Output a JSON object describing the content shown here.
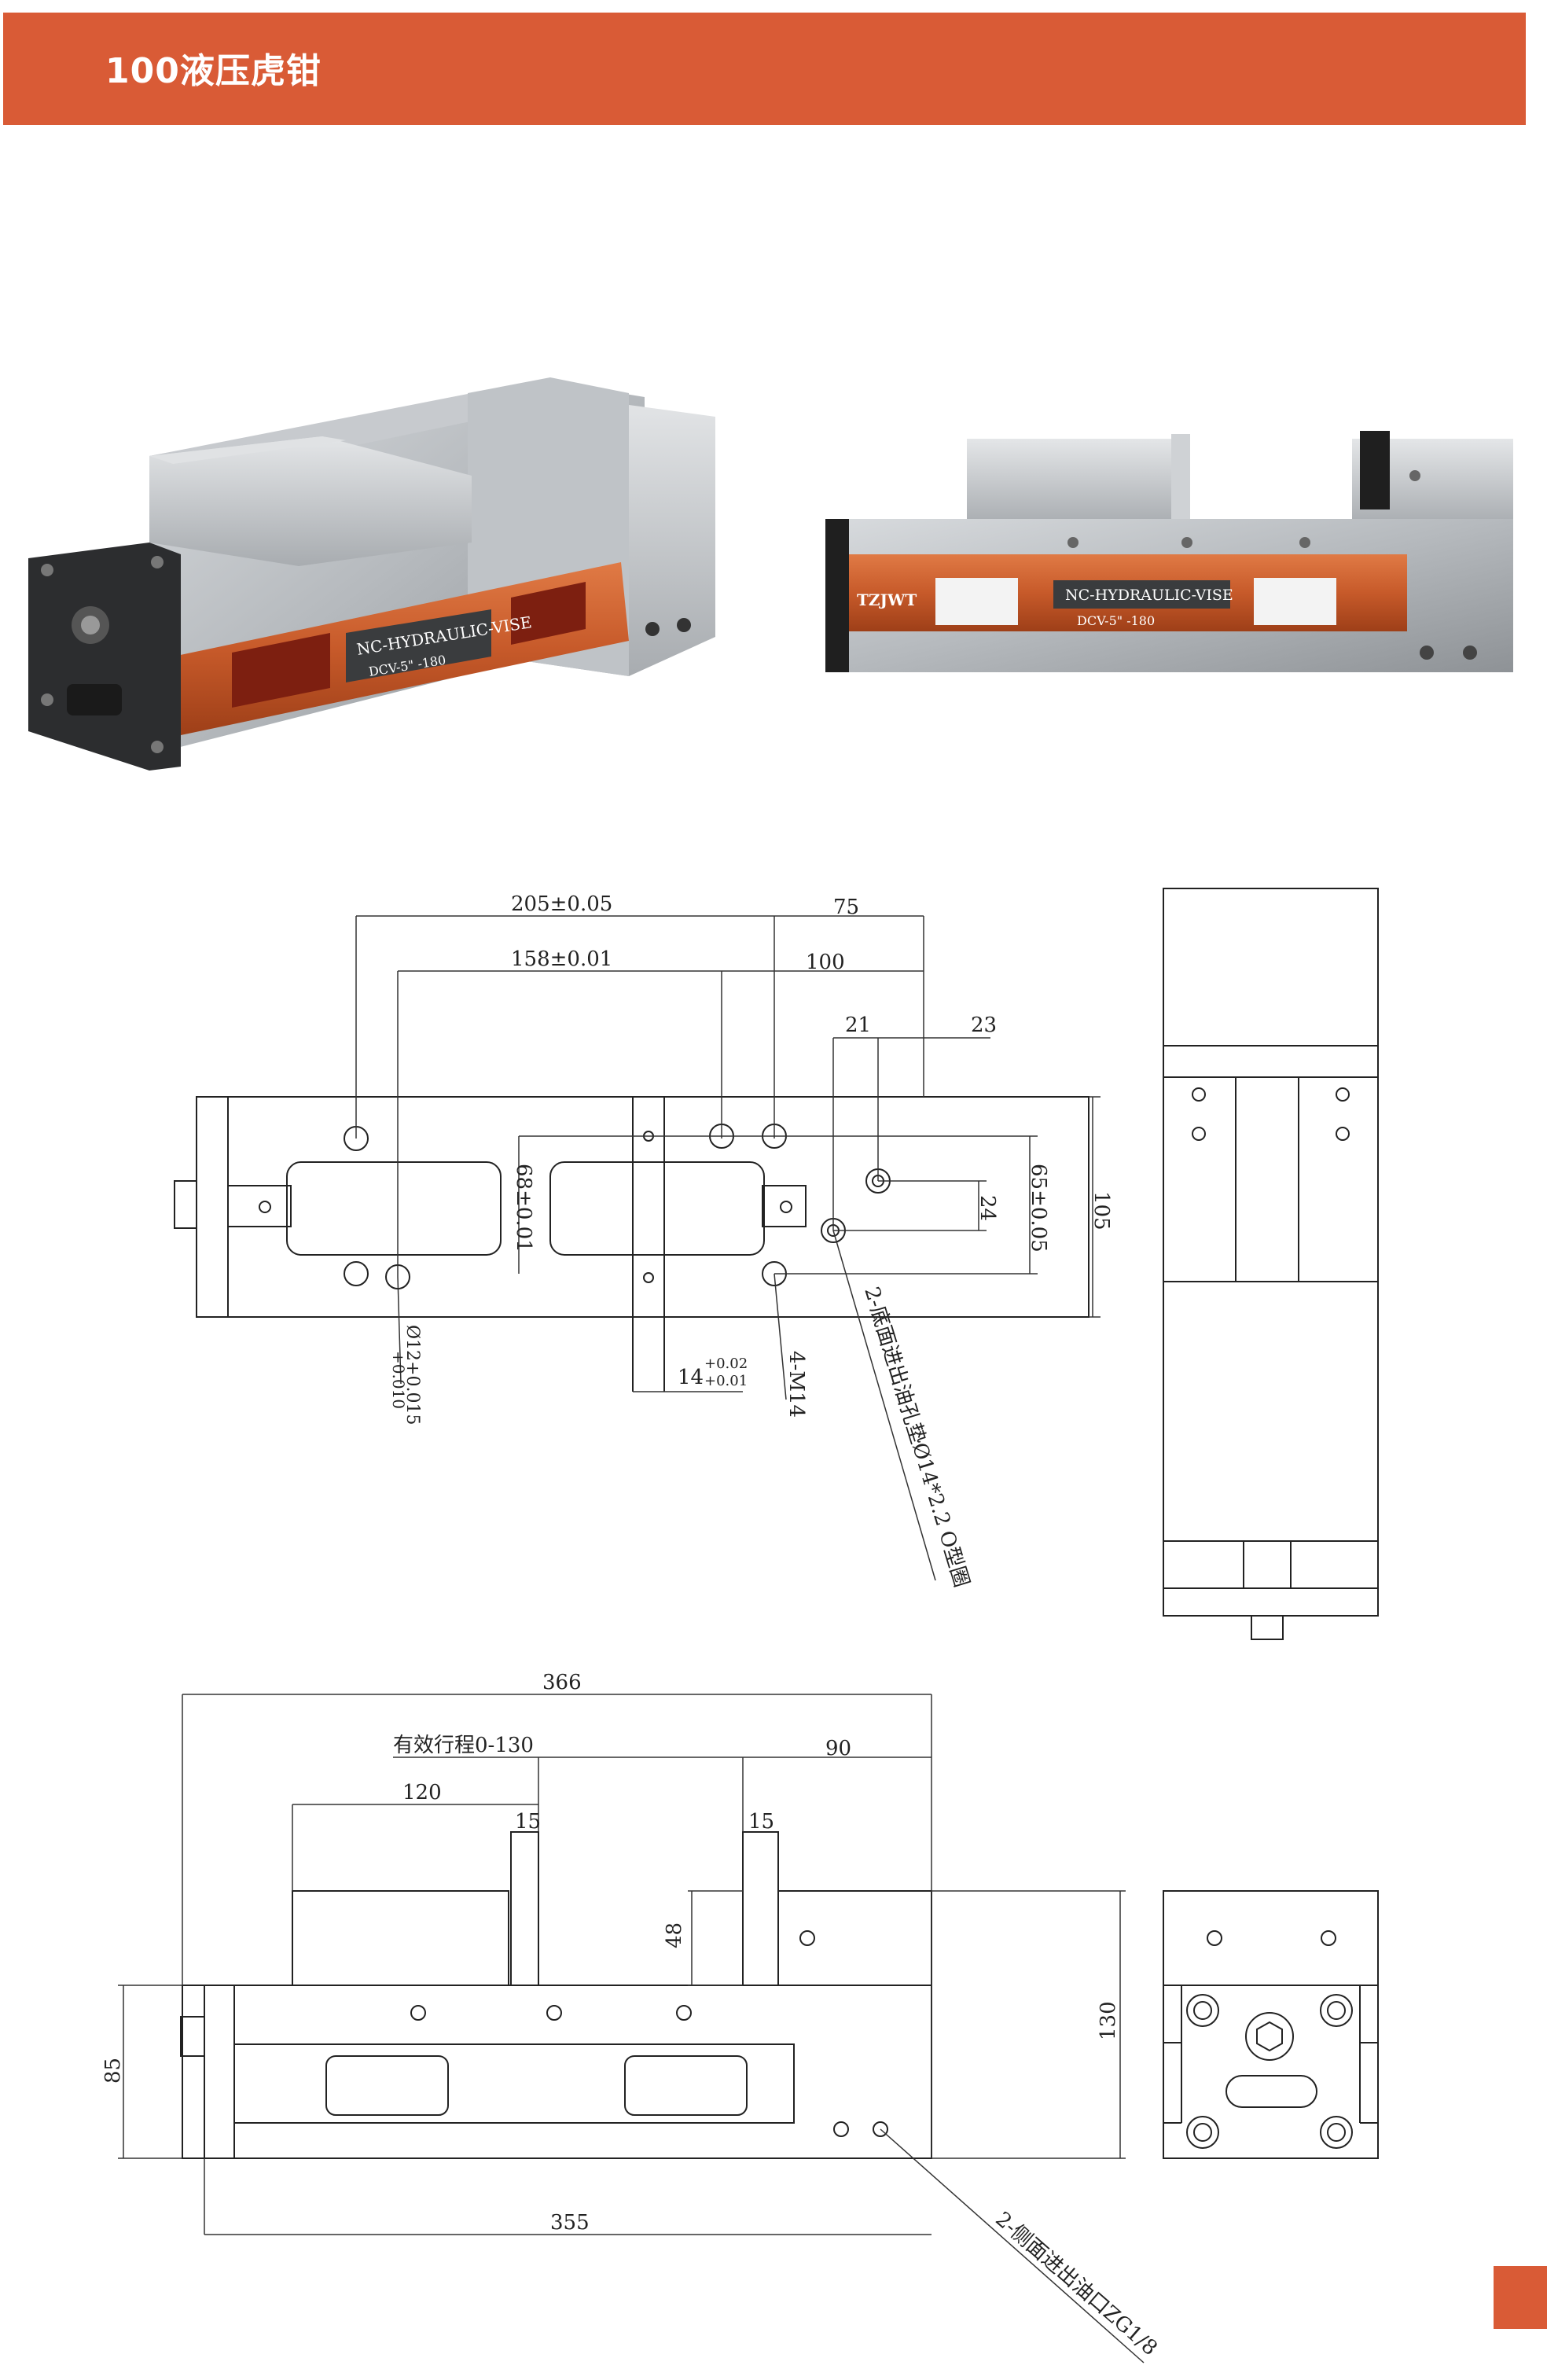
{
  "header": {
    "title": "100液压虎钳"
  },
  "product_photo_right": {
    "brand": "TZJWT",
    "label_main": "NC-HYDRAULIC-VISE",
    "label_model": "DCV-5\" -180"
  },
  "product_photo_left": {
    "label_main": "NC-HYDRAULIC-VISE",
    "label_model": "DCV-5\" -180"
  },
  "top_drawing": {
    "dim_205": "205±0.05",
    "dim_75": "75",
    "dim_158": "158±0.01",
    "dim_100": "100",
    "dim_21": "21",
    "dim_23": "23",
    "dim_68": "68±0.01",
    "dim_24": "24",
    "dim_65": "65±0.05",
    "dim_105": "105",
    "dim_phi12": "Ø12+0.015",
    "dim_phi12_lower": "+0.010",
    "dim_14": "14",
    "dim_14_tol_upper": "+0.02",
    "dim_14_tol_lower": "+0.01",
    "note_m14": "4-M14",
    "note_oil": "2-底面进出油孔垫Ø14*2.2 O型圈"
  },
  "bottom_drawing": {
    "dim_366": "366",
    "dim_stroke": "有效行程0-130",
    "dim_90": "90",
    "dim_120": "120",
    "dim_15a": "15",
    "dim_15b": "15",
    "dim_48": "48",
    "dim_85": "85",
    "dim_130": "130",
    "dim_355": "355",
    "note_side_oil": "2-侧面进出油口ZG1/8"
  }
}
